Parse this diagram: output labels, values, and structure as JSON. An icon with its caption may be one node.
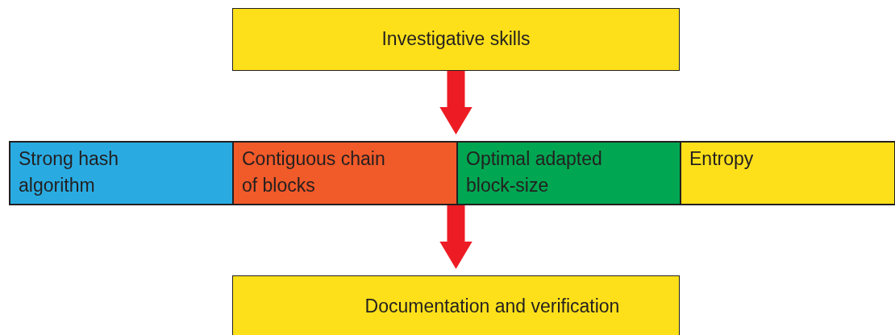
{
  "diagram": {
    "nodes": [
      {
        "text": [
          "Investigative skills"
        ]
      },
      {
        "text": [],
        "shape": "bar"
      },
      {
        "text": [
          "Strong hash algorithm"
        ],
        "in": 1
      },
      {
        "text": [
          "Contiguous chain of blocks"
        ],
        "in": 1
      },
      {
        "text": [
          "Optimal adapted block-size"
        ],
        "in": 1
      },
      {
        "text": [
          "Entropy"
        ],
        "in": 1
      },
      {
        "text": [
          "Documentation and verification"
        ]
      }
    ],
    "edges": [
      {
        "from": 0,
        "to": 1,
        "arrow": "to"
      },
      {
        "from": 1,
        "to": 6,
        "arrow": "to"
      }
    ]
  }
}
